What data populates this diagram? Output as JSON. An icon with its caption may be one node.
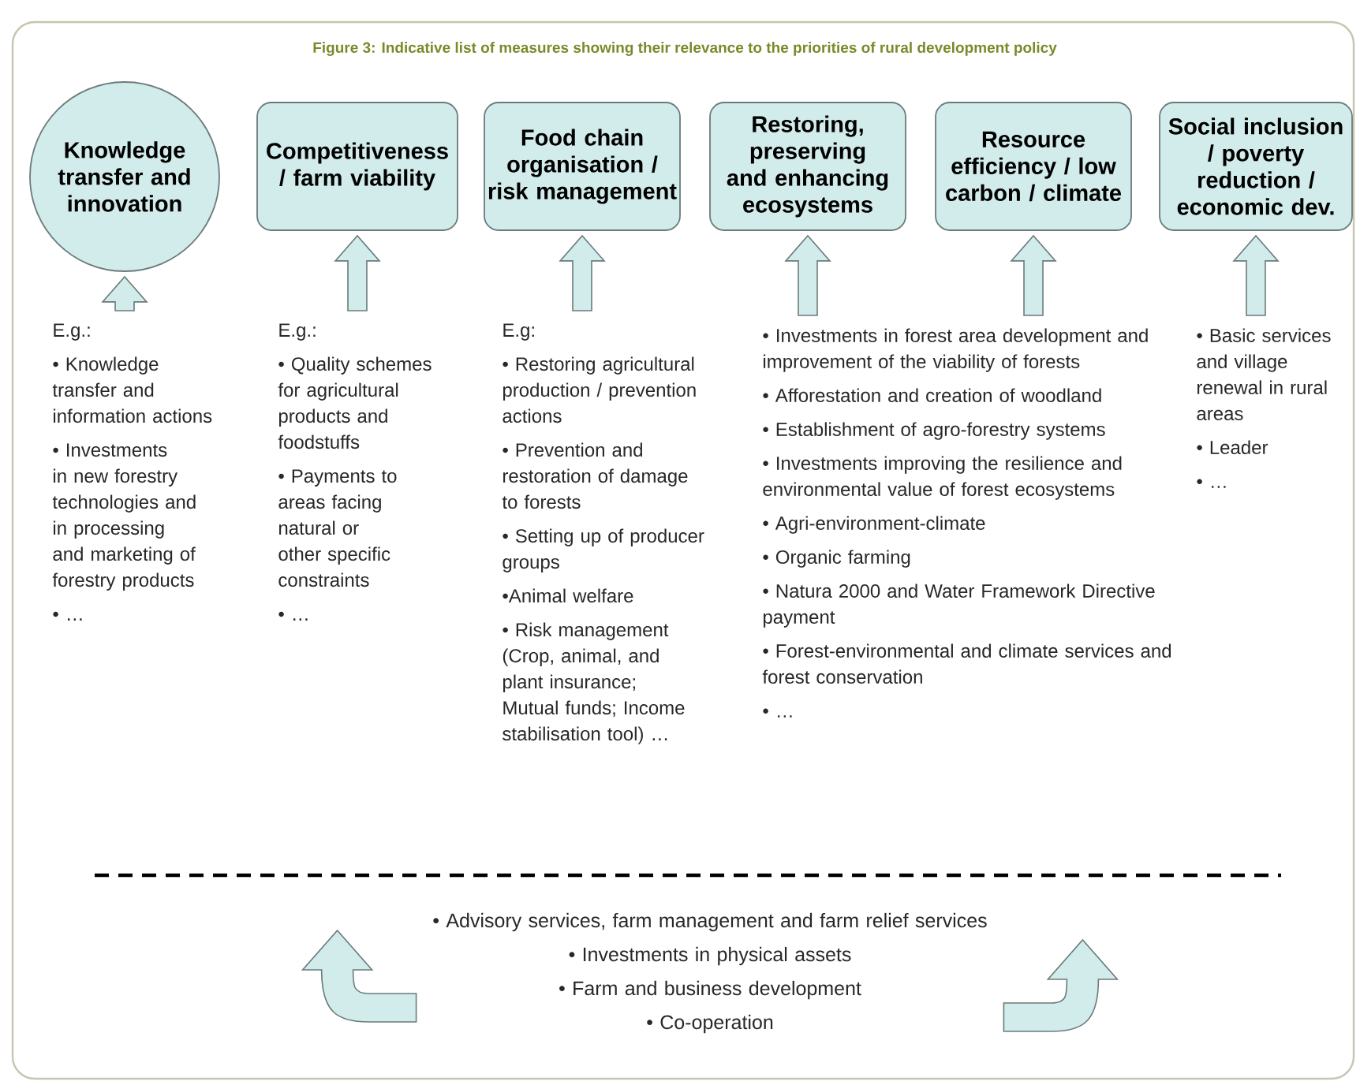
{
  "diagram": {
    "title": "Figure 3: Indicative list of measures showing their relevance to the priorities of rural development policy",
    "nodes": [
      {
        "text": [
          "Knowledge transfer and innovation"
        ]
      },
      {
        "text": [
          "Competitiveness / farm viability"
        ]
      },
      {
        "text": [
          "Food chain organisation / risk management"
        ]
      },
      {
        "text": [
          "Restoring, preserving and enhancing ecosystems"
        ]
      },
      {
        "text": [
          "Resource efficiency / low carbon / climate"
        ]
      },
      {
        "text": [
          "Social inclusion / poverty reduction / economic dev."
        ]
      },
      {
        "text": [
          "E.g.:",
          "• Knowledge transfer and information actions",
          "• Investments in new forestry technologies and in processing and marketing of forestry products",
          "• …"
        ]
      },
      {
        "text": [
          "E.g.:",
          "• Quality schemes for agricultural products and foodstuffs",
          "• Payments to areas facing natural or other specific constraints",
          "• …"
        ]
      },
      {
        "text": [
          "E.g:",
          "• Restoring agricultural production / prevention actions",
          "• Prevention and restoration of damage to forests",
          "• Setting up of producer groups",
          "•Animal welfare",
          "• Risk management (Crop, animal, and plant insurance; Mutual funds; Income stabilisation tool) …"
        ]
      },
      {
        "text": [
          "• Investments in forest area development and improvement of the viability of forests",
          "• Afforestation and creation of woodland",
          "• Establishment of agro-forestry systems",
          "• Investments improving the resilience and environmental value of forest ecosystems",
          "• Agri-environment-climate",
          "• Organic farming",
          "• Natura 2000 and Water Framework Directive payment",
          "• Forest-environmental and climate services and forest conservation",
          "• …"
        ]
      },
      {
        "text": [
          "• Basic services and village renewal in rural areas",
          "• Leader",
          "• …"
        ]
      },
      {
        "text": [
          "• Advisory services, farm management and farm relief services",
          "• Investments in physical assets",
          "• Farm and business development",
          "• Co-operation"
        ]
      }
    ],
    "edges": [
      {
        "from": 6,
        "to": 0,
        "arrow": "to"
      },
      {
        "from": 7,
        "to": 1,
        "arrow": "to"
      },
      {
        "from": 8,
        "to": 2,
        "arrow": "to"
      },
      {
        "from": 9,
        "to": 3,
        "arrow": "to"
      },
      {
        "from": 9,
        "to": 4,
        "arrow": "to"
      },
      {
        "from": 10,
        "to": 5,
        "arrow": "to"
      },
      {
        "from": 11,
        "to": null,
        "arrow": "to"
      },
      {
        "from": 11,
        "to": null,
        "arrow": "to"
      }
    ]
  }
}
